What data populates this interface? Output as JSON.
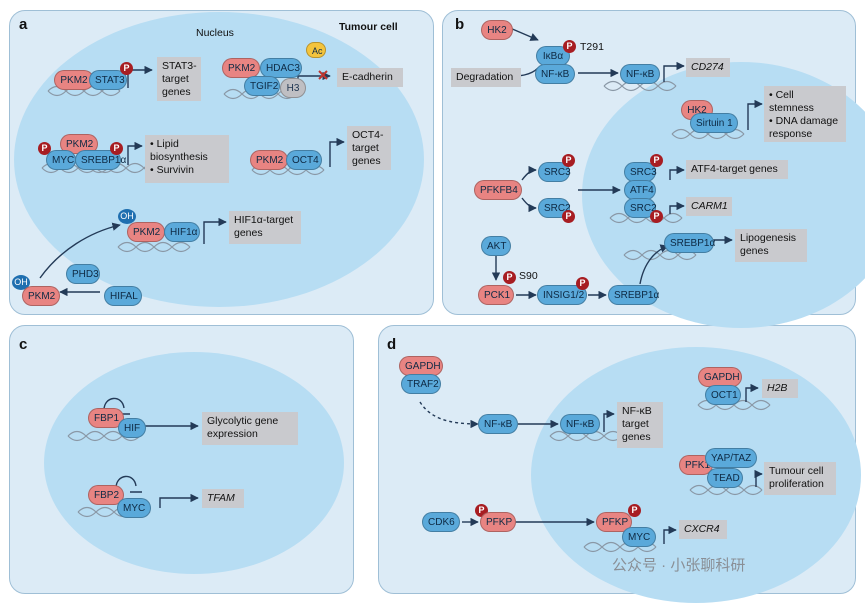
{
  "panel_a": {
    "label": "a",
    "nucleus": "Nucleus",
    "tumour_cell": "Tumour cell",
    "pkm2": "PKM2",
    "stat3": "STAT3",
    "stat3_target": "STAT3-target genes",
    "hdac3": "HDAC3",
    "tgif2": "TGIF2",
    "h3": "H3",
    "ac": "Ac",
    "ecadherin": "E-cadherin",
    "myc": "MYC",
    "srebp1a": "SREBP1α",
    "lipid_item1": "Lipid biosynthesis",
    "lipid_item2": "Survivin",
    "oct4": "OCT4",
    "oct4_target": "OCT4-target genes",
    "hif1a": "HIF1α",
    "hif1a_target": "HIF1α-target genes",
    "phd3": "PHD3",
    "hifal": "HIFAL",
    "oh": "OH",
    "p": "P"
  },
  "panel_b": {
    "label": "b",
    "hk2": "HK2",
    "ikba": "IκBα",
    "t291": "T291",
    "nfkb": "NF-κB",
    "degradation": "Degradation",
    "cd274": "CD274",
    "sirtuin1": "Sirtuin 1",
    "stem_item1": "Cell stemness",
    "stem_item2": "DNA damage response",
    "pfkfb4": "PFKFB4",
    "src3": "SRC3",
    "src2": "SRC2",
    "atf4": "ATF4",
    "atf4_target": "ATF4-target genes",
    "carm1": "CARM1",
    "akt": "AKT",
    "s90": "S90",
    "pck1": "PCK1",
    "insig": "INSIG1/2",
    "srebp1a": "SREBP1α",
    "lipogenesis": "Lipogenesis genes",
    "p": "P"
  },
  "panel_c": {
    "label": "c",
    "fbp1": "FBP1",
    "hif": "HIF",
    "glycolytic": "Glycolytic gene expression",
    "fbp2": "FBP2",
    "myc": "MYC",
    "tfam": "TFAM"
  },
  "panel_d": {
    "label": "d",
    "gapdh": "GAPDH",
    "traf2": "TRAF2",
    "nfkb": "NF-κB",
    "nfkb_target": "NF-κB target genes",
    "oct1": "OCT1",
    "h2b": "H2B",
    "pfk1": "PFK1",
    "yaptaz": "YAP/TAZ",
    "tead": "TEAD",
    "tumour_prolif": "Tumour cell proliferation",
    "cdk6": "CDK6",
    "pfkp": "PFKP",
    "myc": "MYC",
    "cxcr4": "CXCR4",
    "p": "P"
  },
  "watermark": "公众号 · 小张聊科研",
  "colors": {
    "panel_bg": "#dcebf6",
    "nucleus": "#b7ddf3",
    "blue_protein": "#5aa9da",
    "red_protein": "#e88482",
    "phospho": "#a71d22",
    "gene_box": "#c9cace"
  }
}
